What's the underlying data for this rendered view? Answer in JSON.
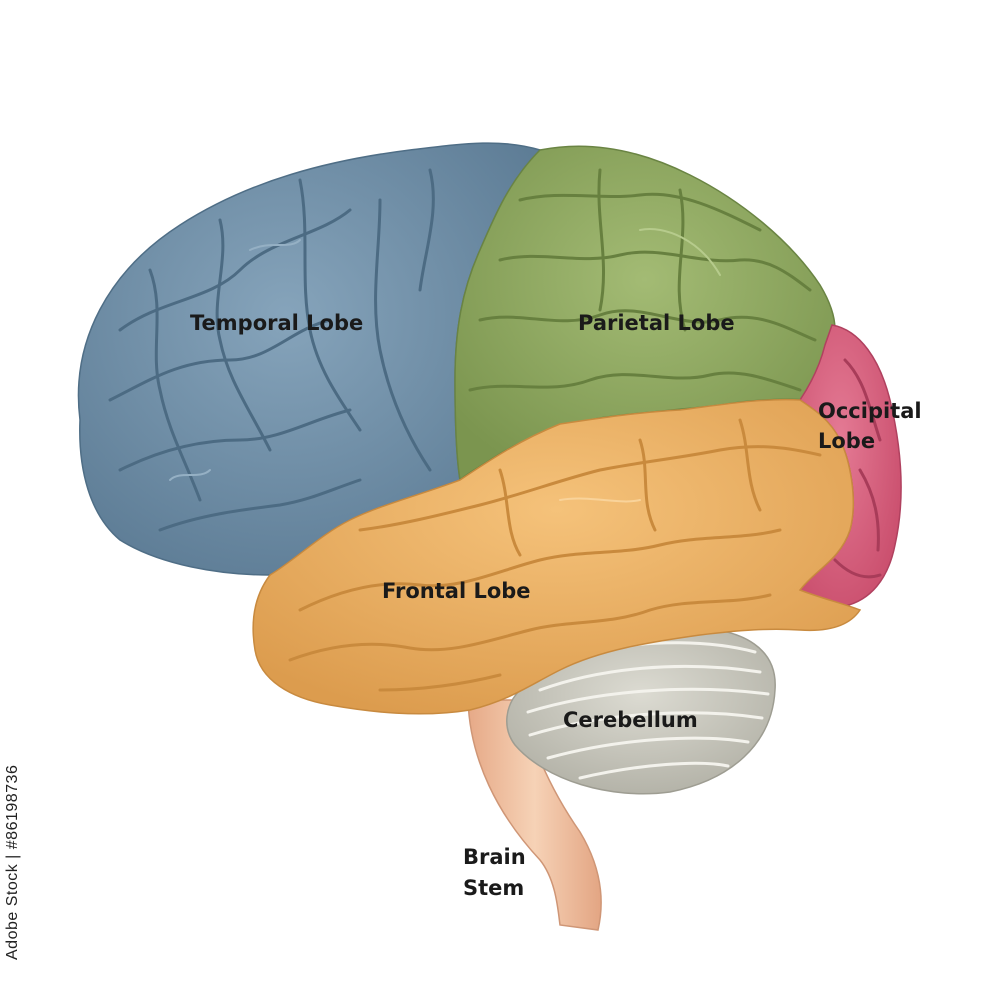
{
  "labels": {
    "temporal_lobe": "Temporal Lobe",
    "parietal_lobe": "Parietal Lobe",
    "occipital_line1": "Occipital",
    "occipital_line2": "Lobe",
    "frontal_lobe": "Frontal Lobe",
    "cerebellum": "Cerebellum",
    "brain_stem_line1": "Brain",
    "brain_stem_line2": "Stem"
  },
  "watermark": "Adobe Stock | #86198736",
  "colors": {
    "temporal": "#6f8fa8",
    "parietal": "#8fa861",
    "occipital": "#d9627f",
    "frontal": "#eab063",
    "cerebellum": "#c9c8bd",
    "brain_stem": "#f0c0a0"
  }
}
